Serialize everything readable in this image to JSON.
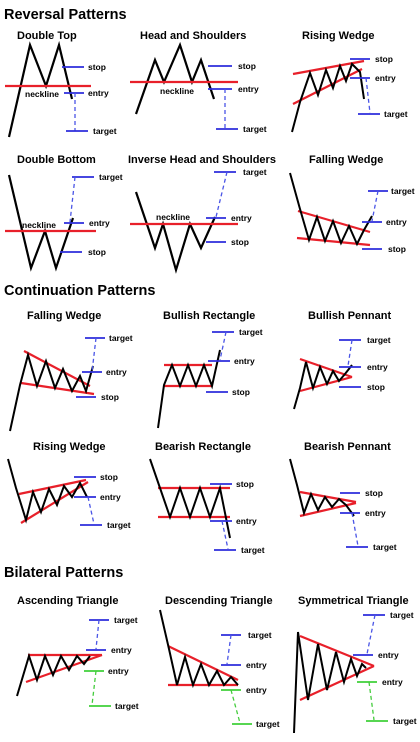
{
  "colors": {
    "price": "#000000",
    "boundary": "#e8202a",
    "marker": "#2d2ddc",
    "dashed_blue": "#4a55e6",
    "dashed_green": "#43cc3c",
    "marker_green": "#3fd13a"
  },
  "sections": [
    {
      "title": "Reversal Patterns",
      "patterns": [
        {
          "title": "Double Top",
          "labels": {
            "neckline": "neckline",
            "stop": "stop",
            "entry": "entry",
            "target": "target"
          }
        },
        {
          "title": "Head and Shoulders",
          "labels": {
            "neckline": "neckline",
            "stop": "stop",
            "entry": "entry",
            "target": "target"
          }
        },
        {
          "title": "Rising Wedge",
          "labels": {
            "stop": "stop",
            "entry": "entry",
            "target": "target"
          }
        },
        {
          "title": "Double Bottom",
          "labels": {
            "neckline": "neckline",
            "target": "target",
            "entry": "entry",
            "stop": "stop"
          }
        },
        {
          "title": "Inverse Head and Shoulders",
          "labels": {
            "neckline": "neckline",
            "target": "target",
            "entry": "entry",
            "stop": "stop"
          }
        },
        {
          "title": "Falling Wedge",
          "labels": {
            "target": "target",
            "entry": "entry",
            "stop": "stop"
          }
        }
      ]
    },
    {
      "title": "Continuation Patterns",
      "patterns": [
        {
          "title": "Falling Wedge",
          "labels": {
            "target": "target",
            "entry": "entry",
            "stop": "stop"
          }
        },
        {
          "title": "Bullish Rectangle",
          "labels": {
            "target": "target",
            "entry": "entry",
            "stop": "stop"
          }
        },
        {
          "title": "Bullish Pennant",
          "labels": {
            "target": "target",
            "entry": "entry",
            "stop": "stop"
          }
        },
        {
          "title": "Rising Wedge",
          "labels": {
            "stop": "stop",
            "entry": "entry",
            "target": "target"
          }
        },
        {
          "title": "Bearish Rectangle",
          "labels": {
            "stop": "stop",
            "entry": "entry",
            "target": "target"
          }
        },
        {
          "title": "Bearish Pennant",
          "labels": {
            "stop": "stop",
            "entry": "entry",
            "target": "target"
          }
        }
      ]
    },
    {
      "title": "Bilateral Patterns",
      "patterns": [
        {
          "title": "Ascending Triangle",
          "labels": {
            "target_up": "target",
            "entry_up": "entry",
            "entry_down": "entry",
            "target_down": "target"
          }
        },
        {
          "title": "Descending Triangle",
          "labels": {
            "target_up": "target",
            "entry_up": "entry",
            "entry_down": "entry",
            "target_down": "target"
          }
        },
        {
          "title": "Symmetrical Triangle",
          "labels": {
            "target_up": "target",
            "entry_up": "entry",
            "entry_down": "entry",
            "target_down": "target"
          }
        }
      ]
    }
  ]
}
